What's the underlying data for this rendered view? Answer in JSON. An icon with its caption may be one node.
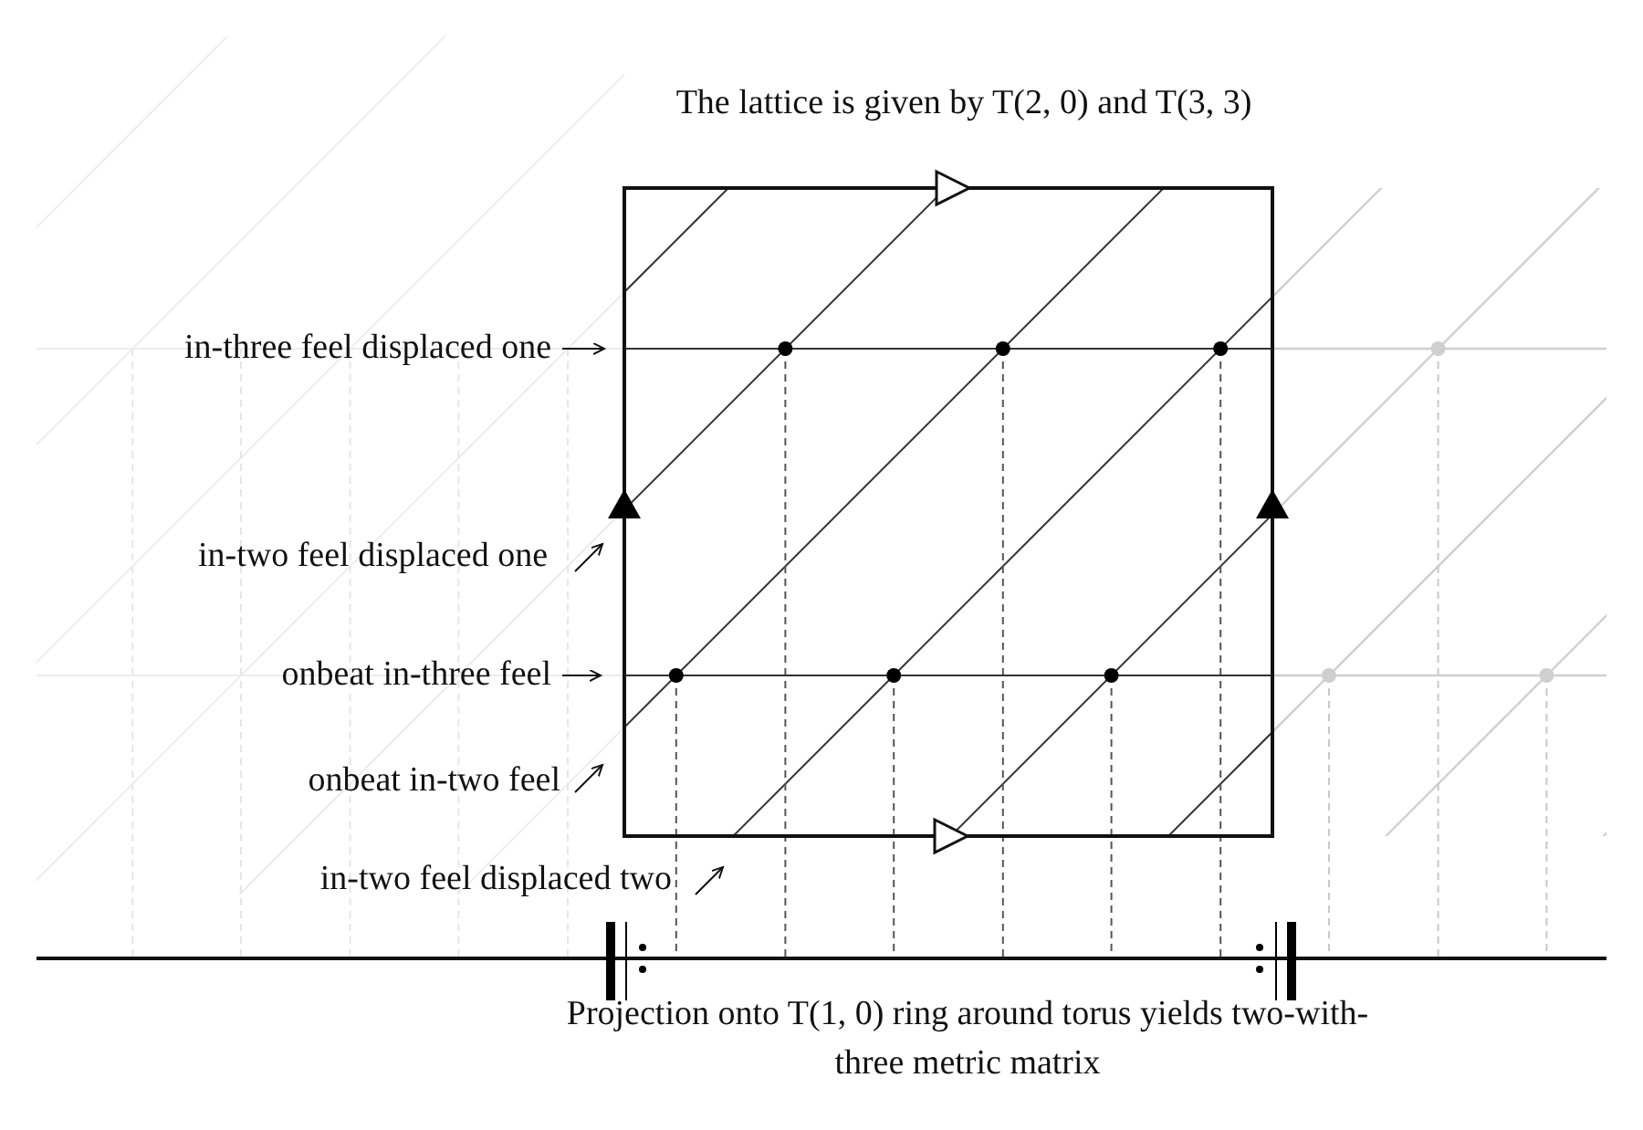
{
  "diagram": {
    "title": "The lattice is given by T(2, 0) and T(3, 3)",
    "caption": "Projection onto T(1, 0) ring around torus yields two-with-three metric matrix",
    "nodes": [
      {
        "text": [
          "in-three feel displaced one"
        ]
      },
      {
        "text": [
          "in-two feel displaced one"
        ]
      },
      {
        "text": [
          "onbeat in-three feel"
        ]
      },
      {
        "text": [
          "onbeat in-two feel"
        ]
      },
      {
        "text": [
          "in-two feel displaced two"
        ]
      }
    ],
    "edges": [
      {
        "from": 0,
        "to": null,
        "arrow": "to"
      },
      {
        "from": 1,
        "to": null,
        "arrow": "to"
      },
      {
        "from": 2,
        "to": null,
        "arrow": "to"
      },
      {
        "from": 3,
        "to": null,
        "arrow": "to"
      },
      {
        "from": 4,
        "to": null,
        "arrow": "to"
      }
    ]
  }
}
